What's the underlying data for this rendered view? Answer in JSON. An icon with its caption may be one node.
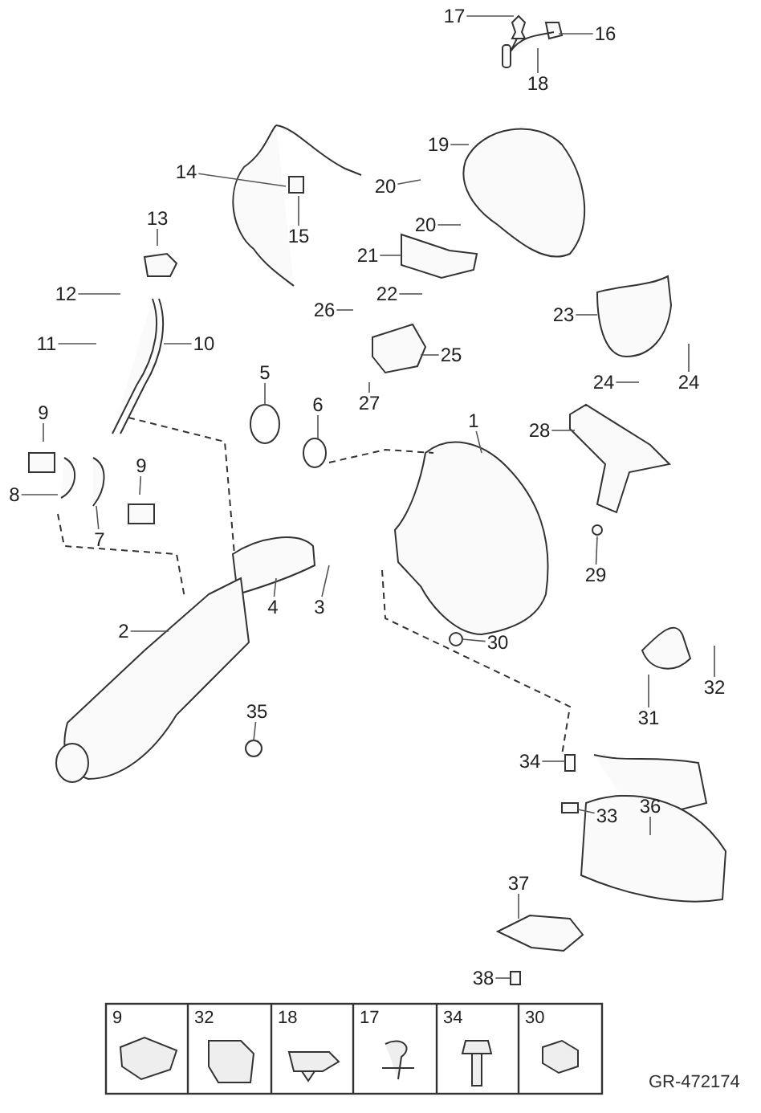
{
  "diagram": {
    "nodes": [
      {
        "text": [
          "17"
        ]
      },
      {
        "text": [
          "16"
        ]
      },
      {
        "text": [
          "18"
        ]
      },
      {
        "text": [
          "19"
        ]
      },
      {
        "text": [
          "14"
        ]
      },
      {
        "text": [
          "20"
        ]
      },
      {
        "text": [
          "20"
        ]
      },
      {
        "text": [
          "15"
        ]
      },
      {
        "text": [
          "13"
        ]
      },
      {
        "text": [
          "21"
        ]
      },
      {
        "text": [
          "12"
        ]
      },
      {
        "text": [
          "22"
        ]
      },
      {
        "text": [
          "26"
        ]
      },
      {
        "text": [
          "23"
        ]
      },
      {
        "text": [
          "11"
        ]
      },
      {
        "text": [
          "10"
        ]
      },
      {
        "text": [
          "25"
        ]
      },
      {
        "text": [
          "5"
        ]
      },
      {
        "text": [
          "24"
        ]
      },
      {
        "text": [
          "24"
        ]
      },
      {
        "text": [
          "27"
        ]
      },
      {
        "text": [
          "6"
        ]
      },
      {
        "text": [
          "9"
        ]
      },
      {
        "text": [
          "1"
        ]
      },
      {
        "text": [
          "28"
        ]
      },
      {
        "text": [
          "9"
        ]
      },
      {
        "text": [
          "8"
        ]
      },
      {
        "text": [
          "7"
        ]
      },
      {
        "text": [
          "29"
        ]
      },
      {
        "text": [
          "4"
        ]
      },
      {
        "text": [
          "3"
        ]
      },
      {
        "text": [
          "2"
        ]
      },
      {
        "text": [
          "30"
        ]
      },
      {
        "text": [
          "32"
        ]
      },
      {
        "text": [
          "31"
        ]
      },
      {
        "text": [
          "35"
        ]
      },
      {
        "text": [
          "34"
        ]
      },
      {
        "text": [
          "33"
        ]
      },
      {
        "text": [
          "36"
        ]
      },
      {
        "text": [
          "37"
        ]
      },
      {
        "text": [
          "38"
        ]
      }
    ],
    "edges": [
      {
        "from": 0,
        "to": null,
        "arrow": "none"
      },
      {
        "from": 1,
        "to": null,
        "arrow": "none"
      },
      {
        "from": 2,
        "to": null,
        "arrow": "none"
      },
      {
        "from": 3,
        "to": null,
        "arrow": "none"
      },
      {
        "from": 4,
        "to": null,
        "arrow": "none"
      },
      {
        "from": 5,
        "to": null,
        "arrow": "none"
      },
      {
        "from": 6,
        "to": null,
        "arrow": "none"
      },
      {
        "from": 7,
        "to": null,
        "arrow": "none"
      },
      {
        "from": 8,
        "to": null,
        "arrow": "none"
      },
      {
        "from": 9,
        "to": null,
        "arrow": "none"
      },
      {
        "from": 10,
        "to": null,
        "arrow": "none"
      },
      {
        "from": 11,
        "to": null,
        "arrow": "none"
      },
      {
        "from": 12,
        "to": null,
        "arrow": "none"
      },
      {
        "from": 13,
        "to": null,
        "arrow": "none"
      },
      {
        "from": 14,
        "to": null,
        "arrow": "none"
      },
      {
        "from": 15,
        "to": null,
        "arrow": "none"
      },
      {
        "from": 16,
        "to": null,
        "arrow": "none"
      },
      {
        "from": 17,
        "to": null,
        "arrow": "none"
      },
      {
        "from": 18,
        "to": null,
        "arrow": "none"
      },
      {
        "from": 19,
        "to": null,
        "arrow": "none"
      },
      {
        "from": 20,
        "to": null,
        "arrow": "none"
      },
      {
        "from": 21,
        "to": null,
        "arrow": "none"
      },
      {
        "from": 22,
        "to": null,
        "arrow": "none"
      },
      {
        "from": 23,
        "to": null,
        "arrow": "none"
      },
      {
        "from": 24,
        "to": null,
        "arrow": "none"
      },
      {
        "from": 25,
        "to": null,
        "arrow": "none"
      },
      {
        "from": 26,
        "to": null,
        "arrow": "none"
      },
      {
        "from": 27,
        "to": null,
        "arrow": "none"
      },
      {
        "from": 28,
        "to": null,
        "arrow": "none"
      },
      {
        "from": 29,
        "to": null,
        "arrow": "none"
      },
      {
        "from": 30,
        "to": null,
        "arrow": "none"
      },
      {
        "from": 31,
        "to": null,
        "arrow": "none"
      },
      {
        "from": 32,
        "to": null,
        "arrow": "none"
      },
      {
        "from": 33,
        "to": null,
        "arrow": "none"
      },
      {
        "from": 34,
        "to": null,
        "arrow": "none"
      },
      {
        "from": 35,
        "to": null,
        "arrow": "none"
      },
      {
        "from": 36,
        "to": null,
        "arrow": "none"
      },
      {
        "from": 37,
        "to": null,
        "arrow": "none"
      },
      {
        "from": 38,
        "to": null,
        "arrow": "none"
      },
      {
        "from": 39,
        "to": null,
        "arrow": "none"
      },
      {
        "from": 40,
        "to": null,
        "arrow": "none"
      }
    ],
    "labels": [
      "9",
      "32",
      "18",
      "17",
      "34",
      "30",
      "GR-472174"
    ]
  }
}
